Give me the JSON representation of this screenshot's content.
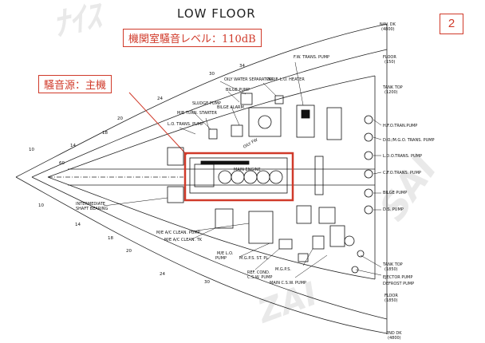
{
  "title": "LOW FLOOR",
  "page_number": "2",
  "callouts": {
    "noise_level": "機関室騒音レベル：110dB",
    "noise_source": "騒音源：主機"
  },
  "accent_color": "#d03a2a",
  "labels": {
    "nav_dk": "NAV. DK",
    "nav_dk_h": "(4800)",
    "fw_trans": "F.W. TRANS. PUMP",
    "oily_sep": "OILY WATER SEPARATOR",
    "purif": "PURIF. L.O. HEATER",
    "bilge_left": "BILGE PUMP",
    "sludge": "SLUDGE PUMP",
    "bilge_alarm": "BILGE ALARM",
    "me_turn": "M/E TURN. STARTER",
    "lo_trans": "L.O. TRANS. PUMP",
    "floor_top": "FLOOR",
    "floor_top_h": "(150)",
    "tank_top": "TANK TOP",
    "tank_top_h": "(1200)",
    "hfo": "H.F.O.TRAN.PUMP",
    "do": "D.O./M.G.O. TRANS. PUMP",
    "ldo": "L.D.O.TRANS. PUMP",
    "cfo": "C.F.O.TRANS. PUMP",
    "main_engine": "MAIN ENGINE",
    "bilge_right": "BILGE PUMP",
    "ds": "D.S. PUMP",
    "inter": "INTERMEDIATE",
    "shaft": "SHAFT BEARING",
    "me_ac": "M/E A/C CLEAN. PUMP",
    "me_ac_tk": "M/E A/C CLEAN. TK",
    "me_lo": "M/E L.O.",
    "me_lo2": "PUMP",
    "mgps_st": "M.G.P.S. ST. PL.",
    "mgps": "M.G.P.S.",
    "refc": "REF. COND.",
    "csw": "C.S.W. PUMP",
    "main_csw": "MAIN C.S.W. PUMP",
    "tank_top_b": "TANK TOP",
    "tank_top_b_h": "(1850)",
    "ejector": "EJECTOR PUMP",
    "defrost": "DEFROST PUMP",
    "floor_bot": "FLOOR",
    "floor_bot_h": "(1850)",
    "second_dk": "2ND DK",
    "second_dk_h": "(4800)",
    "oily_fw": "OILY FW",
    "fr_60": "60",
    "fr_14": "14",
    "fr_10": "10",
    "fr_18": "18",
    "fr_20": "20",
    "fr_24": "24",
    "fr_30": "30",
    "fr_34": "34"
  }
}
